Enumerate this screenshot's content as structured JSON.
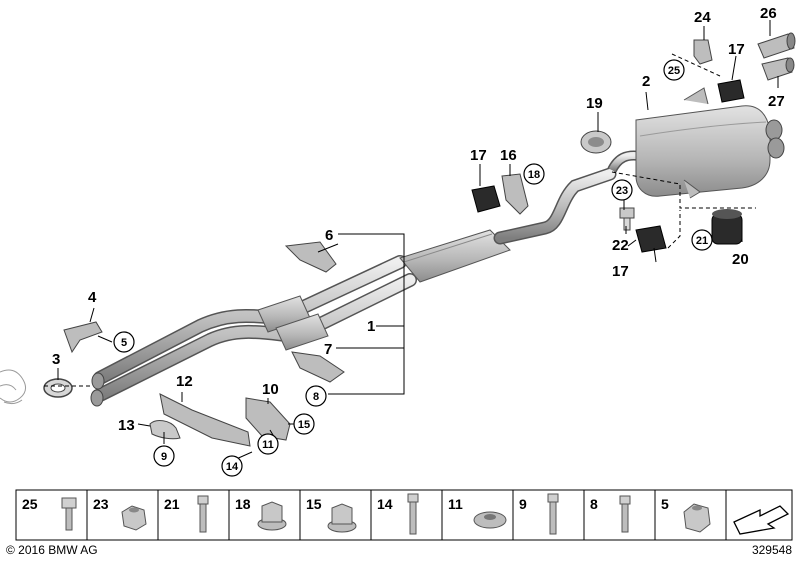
{
  "callouts": {
    "c1": "1",
    "c2": "2",
    "c3": "3",
    "c4": "4",
    "c5": "5",
    "c6": "6",
    "c7": "7",
    "c8": "8",
    "c9": "9",
    "c10": "10",
    "c11": "11",
    "c12": "12",
    "c13": "13",
    "c14": "14",
    "c15": "15",
    "c16": "16",
    "c17a": "17",
    "c17b": "17",
    "c17c": "17",
    "c18": "18",
    "c19": "19",
    "c20": "20",
    "c21": "21",
    "c22": "22",
    "c23": "23",
    "c24": "24",
    "c25": "25",
    "c26": "26",
    "c27": "27"
  },
  "strip": [
    "25",
    "23",
    "21",
    "18",
    "15",
    "14",
    "11",
    "9",
    "8",
    "5"
  ],
  "footer": {
    "copyright": "© 2016 BMW AG",
    "diagram_id": "329548"
  },
  "colors": {
    "part_fill": "#c8c8c8",
    "part_dark": "#8a8a8a",
    "rubber": "#2a2a2a",
    "line": "#000000"
  }
}
